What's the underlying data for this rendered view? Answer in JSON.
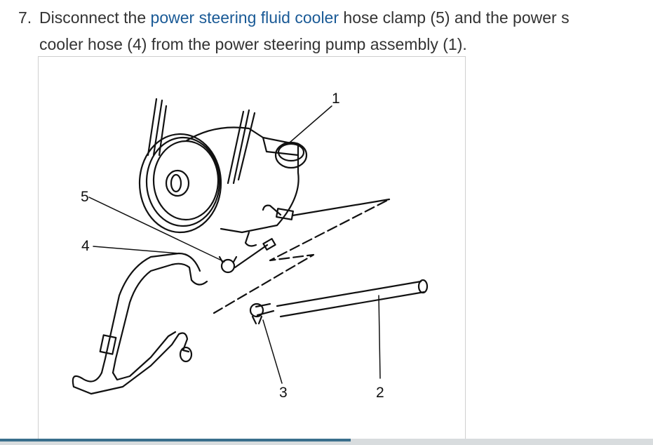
{
  "step": {
    "number": "7.",
    "text_1": "Disconnect the ",
    "link_text": "power steering fluid cooler",
    "text_2": " hose clamp (5) and the power s",
    "line_2": "cooler hose (4) from the power steering pump assembly (1)."
  },
  "figure": {
    "callouts": [
      "1",
      "2",
      "3",
      "4",
      "5"
    ]
  }
}
